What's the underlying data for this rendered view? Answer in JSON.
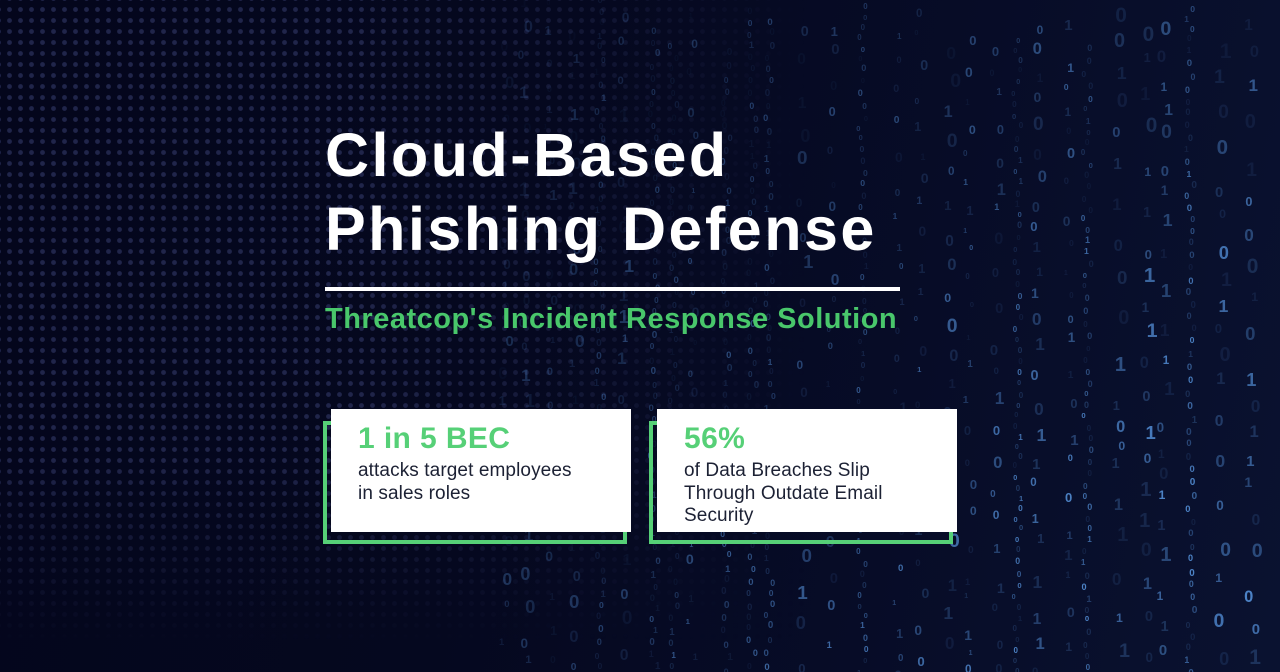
{
  "theme": {
    "background_navy": "#05081f",
    "accent_green": "#56d077",
    "subtitle_green": "#49c76b",
    "rain_blue": "#5896e0",
    "card_text_navy": "#1c2134",
    "title_white": "#ffffff"
  },
  "hero": {
    "title_line1": "Cloud-Based",
    "title_line2": "Phishing Defense",
    "subtitle": "Threatcop's Incident Response Solution"
  },
  "stats": [
    {
      "headline": "1 in 5 BEC",
      "description": "attacks target employees in sales roles"
    },
    {
      "headline": "56%",
      "description": "of Data Breaches Slip Through Outdate Email Security"
    }
  ],
  "background_motifs": {
    "left_pattern": "dot-grid",
    "right_pattern": "binary-rain",
    "binary_digits": [
      "0",
      "1"
    ]
  }
}
